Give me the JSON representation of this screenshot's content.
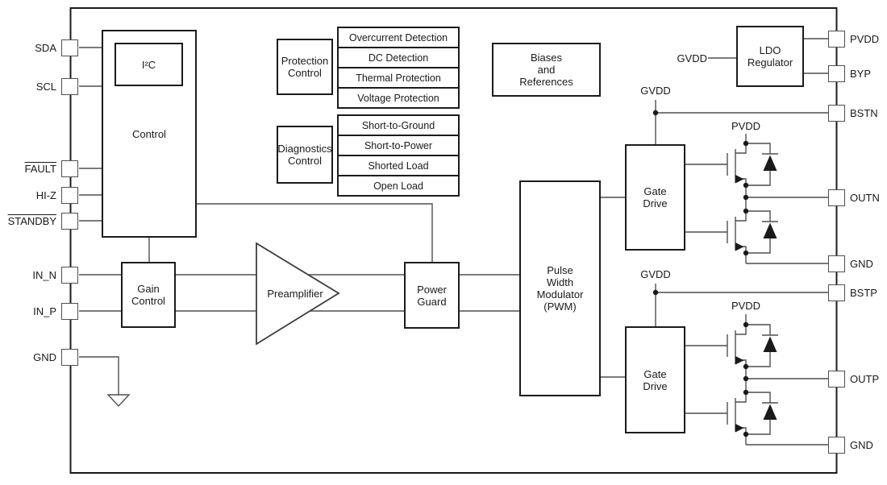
{
  "pins": {
    "left": [
      "SDA",
      "SCL",
      "FAULT",
      "HI-Z",
      "STANDBY",
      "IN_N",
      "IN_P",
      "GND"
    ],
    "right": [
      "PVDD",
      "BYP",
      "BSTN",
      "OUTN",
      "GND",
      "BSTP",
      "OUTP",
      "GND"
    ]
  },
  "blocks": {
    "control": "Control",
    "i2c": "I²C",
    "gain_control": "Gain\nControl",
    "preamplifier": "Preamplifier",
    "power_guard": "Power\nGuard",
    "pwm": "Pulse\nWidth\nModulator\n(PWM)",
    "gate_drive_n": "Gate\nDrive",
    "gate_drive_p": "Gate\nDrive",
    "protection_control": "Protection\nControl",
    "diagnostics_control": "Diagnostics\nControl",
    "biases_references": "Biases\nand\nReferences",
    "ldo_regulator": "LDO\nRegulator"
  },
  "protection_items": [
    "Overcurrent Detection",
    "DC Detection",
    "Thermal Protection",
    "Voltage Protection"
  ],
  "diagnostics_items": [
    "Short-to-Ground",
    "Short-to-Power",
    "Shorted Load",
    "Open Load"
  ],
  "nets": {
    "gvdd_ldo_input": "GVDD",
    "gvdd_gate_n": "GVDD",
    "gvdd_gate_p": "GVDD",
    "pvdd_rail_n": "PVDD",
    "pvdd_rail_p": "PVDD"
  },
  "colors": {
    "background": "#ffffff",
    "block_border": "#1b1b1b",
    "wire": "#4f4f4f",
    "text": "#1a1a1a"
  }
}
